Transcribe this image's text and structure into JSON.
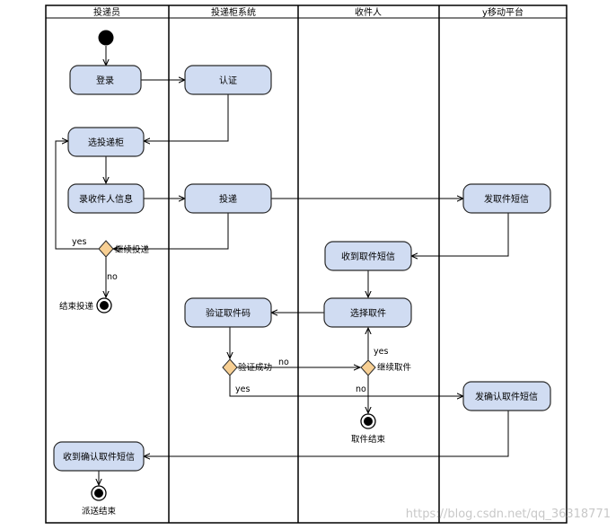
{
  "lanes": [
    "投递员",
    "投递柜系统",
    "收件人",
    "y移动平台"
  ],
  "nodes": {
    "login": "登录",
    "auth": "认证",
    "select_cabinet": "选投递柜",
    "enter_recipient": "录收件人信息",
    "deliver": "投递",
    "send_sms": "发取件短信",
    "receive_sms": "收到取件短信",
    "choose_pickup": "选择取件",
    "verify_code": "验证取件码",
    "send_confirm_sms": "发确认取件短信",
    "receive_confirm_sms": "收到确认取件短信"
  },
  "labels": {
    "continue_deliver": "继续投递",
    "yes1": "yes",
    "no1": "no",
    "end_deliver": "结束投递",
    "verify_success": "验证成功",
    "no2": "no",
    "yes2": "yes",
    "continue_pickup": "继续取件",
    "yes3": "yes",
    "no3": "no",
    "pickup_end": "取件结束",
    "delivery_end": "派送结束"
  },
  "watermark": "https://blog.csdn.net/qq_36318771",
  "colors": {
    "node_fill": "#d0dcf2",
    "node_stroke": "#2b2b2b",
    "decision_fill": "#f7cf93"
  }
}
